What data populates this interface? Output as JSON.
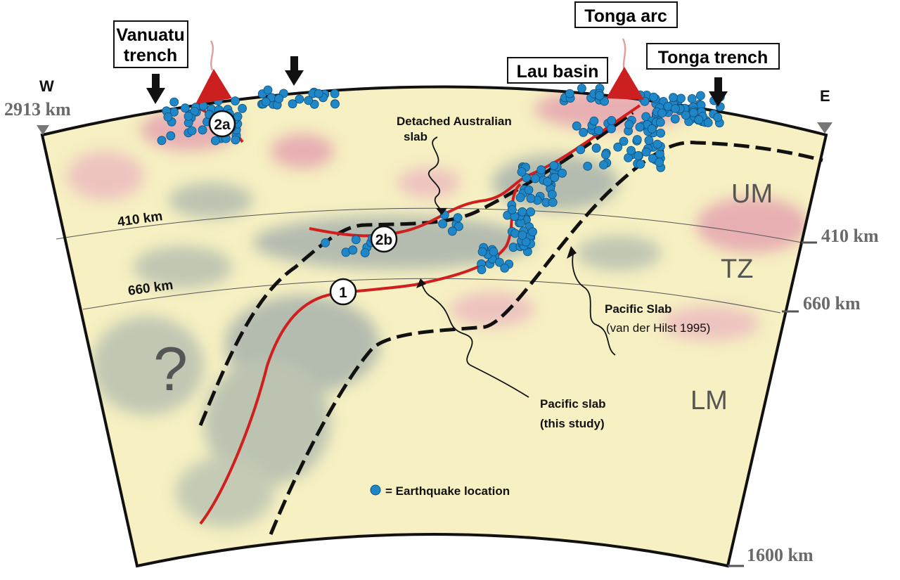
{
  "diagram": {
    "labels": {
      "vanuatu_trench_line1": "Vanuatu",
      "vanuatu_trench_line2": "trench",
      "tonga_arc": "Tonga arc",
      "lau_basin": "Lau basin",
      "tonga_trench": "Tonga trench",
      "west": "W",
      "east": "E",
      "width_km": "2913 km",
      "depth_410_left": "410 km",
      "depth_660_left": "660 km",
      "depth_410_right": "410 km",
      "depth_660_right": "660 km",
      "depth_1600_right": "1600 km",
      "zone_um": "UM",
      "zone_tz": "TZ",
      "zone_lm": "LM",
      "question_mark": "?",
      "detached_slab_line1": "Detached Australian",
      "detached_slab_line2": "slab",
      "pacific_slab_vdh_line1": "Pacific Slab",
      "pacific_slab_vdh_line2": "(van der Hilst 1995)",
      "pacific_slab_this_line1": "Pacific slab",
      "pacific_slab_this_line2": "(this study)",
      "legend_earthquake": "= Earthquake location",
      "marker_2a": "2a",
      "marker_2b": "2b",
      "marker_1": "1"
    },
    "colors": {
      "background": "#f6f0c2",
      "slow_anomaly": "#e4a4b0",
      "fast_anomaly": "#a8b3ac",
      "red_slab": "#d01f1f",
      "earthquake": "#1f86c8",
      "volcano": "#cc1f1f",
      "frame": "#111111"
    }
  }
}
